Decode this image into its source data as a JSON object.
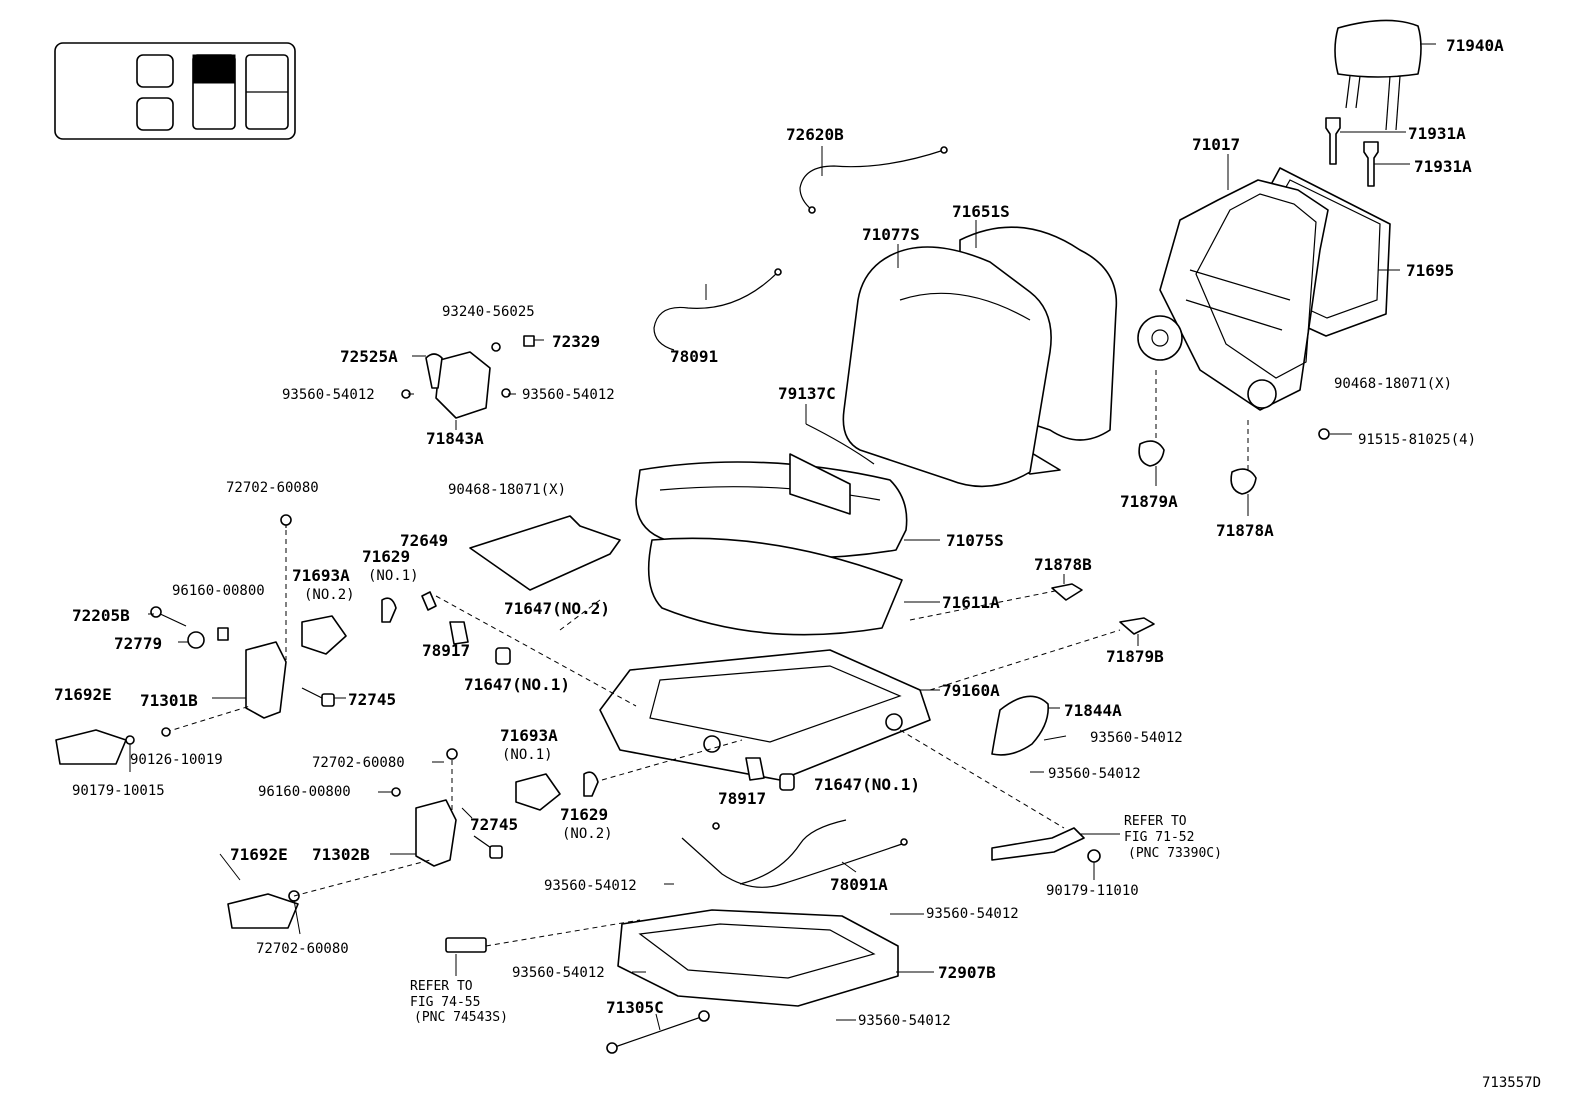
{
  "figure_code": "713557D",
  "callouts": {
    "c71940A": "71940A",
    "c71931A_1": "71931A",
    "c71931A_2": "71931A",
    "c71017": "71017",
    "c71695": "71695",
    "c90468_18071X_r": "90468-18071(X)",
    "c91515_81025": "91515-81025(4)",
    "c71879A": "71879A",
    "c71878A": "71878A",
    "c72620B": "72620B",
    "c71651S": "71651S",
    "c71077S": "71077S",
    "c93240_56025": "93240-56025",
    "c72329": "72329",
    "c72525A": "72525A",
    "c93560_54012_a": "93560-54012",
    "c93560_54012_b": "93560-54012",
    "c71843A": "71843A",
    "c78091": "78091",
    "c79137C": "79137C",
    "c72702_60080_a": "72702-60080",
    "c90468_18071X_m": "90468-18071(X)",
    "c71075S": "71075S",
    "c71878B": "71878B",
    "c72649": "72649",
    "c71629_a": "71629",
    "c71629_a_no": "(NO.1)",
    "c71693A_a": "71693A",
    "c71693A_a_no": "(NO.2)",
    "c96160_00800_a": "96160-00800",
    "c71647_no2": "71647(NO.2)",
    "c71611A": "71611A",
    "c72205B": "72205B",
    "c72779": "72779",
    "c78917_a": "78917",
    "c71879B": "71879B",
    "c71647_no1_a": "71647(NO.1)",
    "c79160A": "79160A",
    "c71692E_a": "71692E",
    "c71301B": "71301B",
    "c72745_a": "72745",
    "c71844A": "71844A",
    "c90126_10019": "90126-10019",
    "c93560_54012_c": "93560-54012",
    "c90179_10015": "90179-10015",
    "c71693A_b": "71693A",
    "c71693A_b_no": "(NO.1)",
    "c72702_60080_b": "72702-60080",
    "c93560_54012_d": "93560-54012",
    "c78917_b": "78917",
    "c71647_no1_b": "71647(NO.1)",
    "c96160_00800_b": "96160-00800",
    "c71629_b": "71629",
    "c71629_b_no": "(NO.2)",
    "c72745_b": "72745",
    "c71692E_b": "71692E",
    "c71302B": "71302B",
    "c90179_11010": "90179-11010",
    "c78091A": "78091A",
    "c93560_54012_e": "93560-54012",
    "c93560_54012_f": "93560-54012",
    "c72702_60080_c": "72702-60080",
    "c93560_54012_g": "93560-54012",
    "c72907B": "72907B",
    "c71305C": "71305C",
    "c93560_54012_h": "93560-54012"
  },
  "references": {
    "ref1": [
      "REFER TO",
      "FIG 71-52",
      "(PNC 73390C)"
    ],
    "ref2": [
      "REFER TO",
      "FIG 74-55",
      "(PNC 74543S)"
    ]
  }
}
